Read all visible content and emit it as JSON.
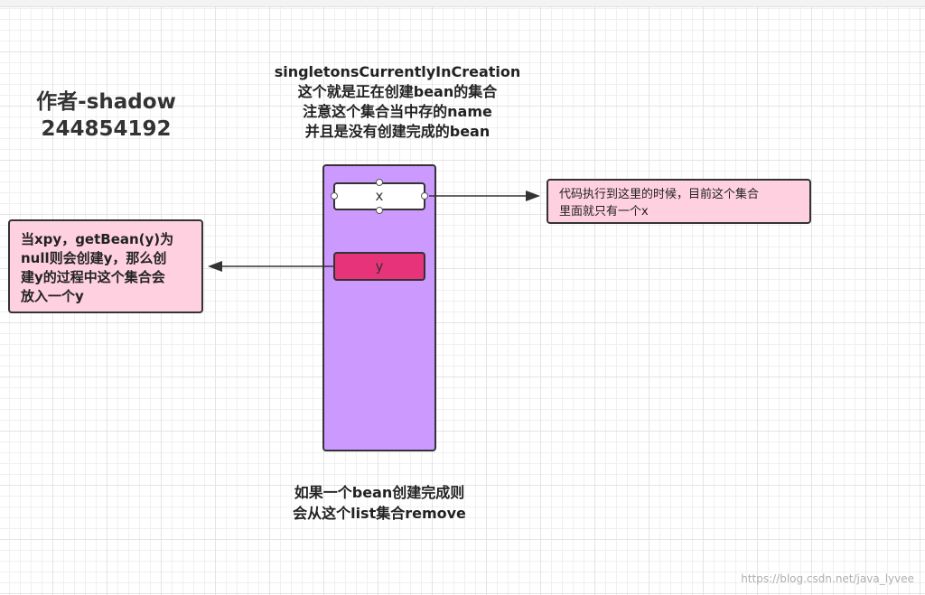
{
  "author": {
    "name": "作者-shadow",
    "id": "244854192"
  },
  "title": {
    "line1": "singletonsCurrentlyInCreation",
    "line2": "这个就是正在创建bean的集合",
    "line3": "注意这个集合当中存的name",
    "line4": "并且是没有创建完成的bean"
  },
  "set": {
    "item_x": "x",
    "item_y": "y"
  },
  "note_right": {
    "line1": "代码执行到这里的时候，目前这个集合",
    "line2": "里面就只有一个x"
  },
  "note_left": {
    "line1": "当xpy，getBean(y)为",
    "line2": "null则会创建y，那么创",
    "line3": "建y的过程中这个集合会",
    "line4": "放入一个y"
  },
  "bottom_caption": {
    "line1": "如果一个bean创建完成则",
    "line2": "会从这个list集合remove"
  },
  "watermark": "https://blog.csdn.net/java_lyvee",
  "colors": {
    "container": "#cc99ff",
    "item_y": "#e6337a",
    "note": "#ffd0e0"
  }
}
